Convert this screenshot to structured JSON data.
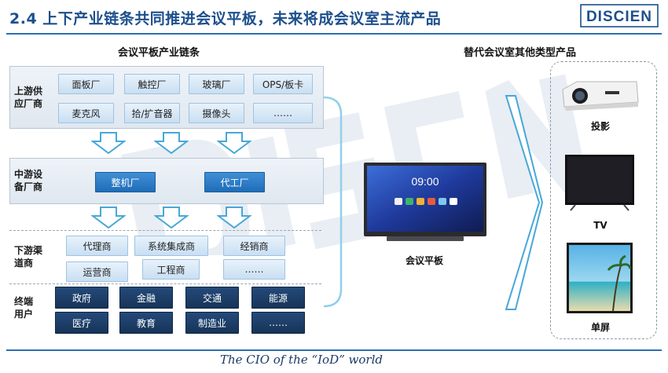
{
  "title": "2.4 上下产业链条共同推进会议平板，未来将成会议室主流产品",
  "logo": "DISCIEN",
  "left_section": {
    "heading": "会议平板产业链条",
    "upstream": {
      "label_line1": "上游供",
      "label_line2": "应厂商",
      "items": [
        "面板厂",
        "触控厂",
        "玻璃厂",
        "OPS/板卡",
        "麦克风",
        "拾/扩音器",
        "摄像头",
        "……"
      ]
    },
    "midstream": {
      "label_line1": "中游设",
      "label_line2": "备厂商",
      "items": [
        "整机厂",
        "代工厂"
      ]
    },
    "downstream": {
      "label_line1": "下游渠",
      "label_line2": "道商",
      "items": [
        "代理商",
        "系统集成商",
        "经销商",
        "运营商",
        "工程商",
        "……"
      ]
    },
    "end_users": {
      "label_line1": "终端",
      "label_line2": "用户",
      "items": [
        "政府",
        "金融",
        "交通",
        "能源",
        "医疗",
        "教育",
        "制造业",
        "……"
      ]
    }
  },
  "center": {
    "screen_time": "09:00",
    "caption": "会议平板"
  },
  "right_section": {
    "heading": "替代会议室其他类型产品",
    "products": [
      "投影",
      "TV",
      "单屏"
    ]
  },
  "footer": "The CIO of the “IoD” world",
  "colors": {
    "title": "#1d4f8c",
    "accent_blue": "#2c6fb0",
    "chip_blue": "#1f6db8",
    "chip_navy": "#173458",
    "bracket": "#8fd0ea"
  }
}
